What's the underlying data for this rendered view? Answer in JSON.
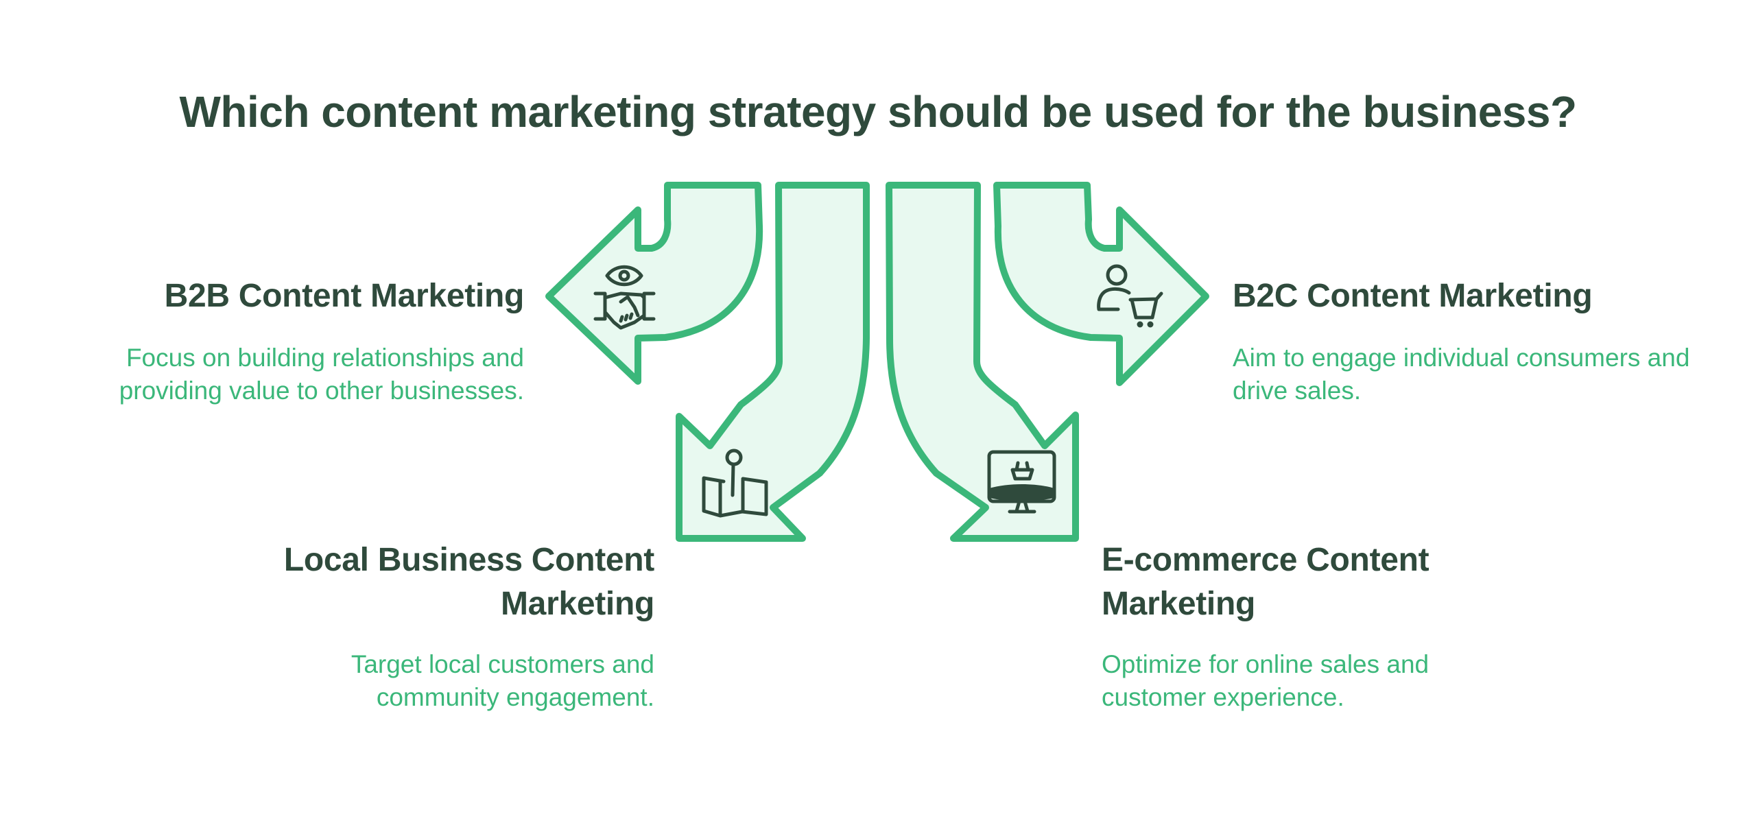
{
  "title": "Which content marketing strategy should be used for the business?",
  "colors": {
    "heading": "#2f4a3c",
    "description": "#3bb77a",
    "arrow_stroke": "#3bb77a",
    "arrow_fill": "#e8f9f0"
  },
  "options": [
    {
      "id": "b2b",
      "heading": "B2B Content Marketing",
      "description": "Focus on building relationships and providing value to other businesses.",
      "icon": "eye-handshake-icon",
      "arrow_direction": "left"
    },
    {
      "id": "b2c",
      "heading": "B2C Content Marketing",
      "description": "Aim to engage individual consumers and drive sales.",
      "icon": "person-cart-icon",
      "arrow_direction": "right"
    },
    {
      "id": "local",
      "heading": "Local Business Content Marketing",
      "description": "Target local customers and community engagement.",
      "icon": "map-pin-icon",
      "arrow_direction": "down-left"
    },
    {
      "id": "ecommerce",
      "heading": "E-commerce Content Marketing",
      "description": "Optimize for online sales and customer experience.",
      "icon": "monitor-basket-icon",
      "arrow_direction": "down-right"
    }
  ]
}
